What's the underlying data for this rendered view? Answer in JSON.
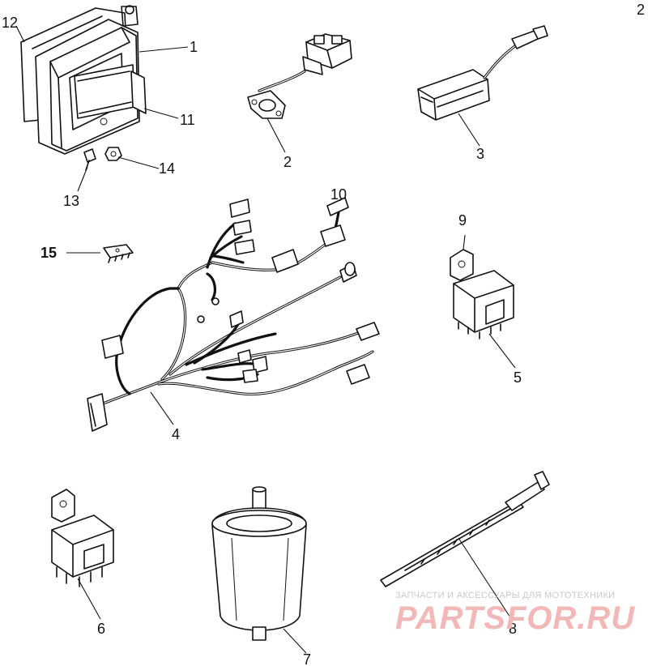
{
  "corner_label": "2",
  "callouts": {
    "c1": "1",
    "c2": "2",
    "c3": "3",
    "c4": "4",
    "c5": "5",
    "c6": "6",
    "c7": "7",
    "c8": "8",
    "c9": "9",
    "c10": "10",
    "c11": "11",
    "c12": "12",
    "c13": "13",
    "c14": "14",
    "c15": "15"
  },
  "watermark": {
    "tagline": "ЗАПЧАСТИ И АКСЕССУАРЫ ДЛЯ МОТОТЕХНИКИ",
    "brand": "PARTSFOR.RU"
  }
}
